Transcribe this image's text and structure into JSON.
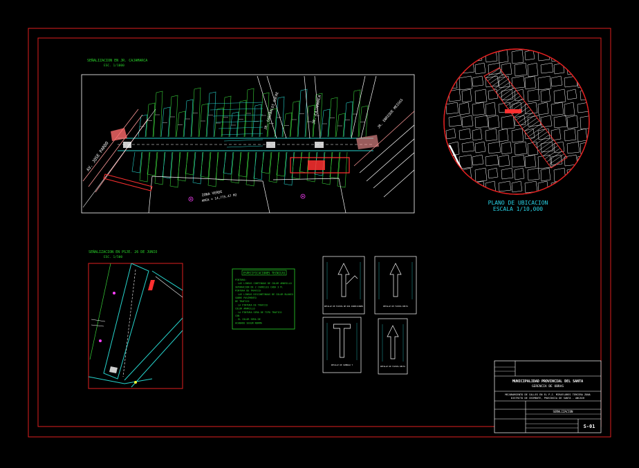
{
  "sheet": {
    "colors": {
      "background": "#000000",
      "border": "#e02020",
      "street": "#ffffff",
      "lots": "#27d6cf",
      "lot_lines": "#39d33a",
      "highlight": "#ff3030",
      "labels": "#2bd62b"
    }
  },
  "plan_main": {
    "title": "SEÑALIZACION EN JR. CAJAMARCA",
    "scale": "ESC. 1/1000",
    "street_labels": [
      "AV. JOSE PARDO",
      "JR. CAJAMARCA",
      "JR. GARIBALDI SUCRE",
      "JR. ENRIQUE MEIGGS",
      "JR. ELIAS AGUIRRE",
      "ZONA VERDE"
    ],
    "area_note": "AREA = 14,775.47 M2"
  },
  "plan_secondary": {
    "title": "SEÑALIZACION EN PSJE. 26 DE JUNIO",
    "scale": "ESC. 1/500"
  },
  "location_plan": {
    "title": "PLANO DE UBICACION",
    "scale": "ESCALA 1/10,000"
  },
  "specs": {
    "title": "ESPECIFICACIONES TECNICAS",
    "lines": [
      "PINTURA:",
      "- LAS LINEAS CONTINUAS DE COLOR AMARILLO",
      "  SEPARACION DE 2 CARRILES CADA 3 M.",
      "  PINTURA DE TRAFICO",
      "- LAS LINEAS DISCONTINUAS DE COLOR BLANCO",
      "  SOBRE PAVIMENTO",
      "  DE TRAFICO",
      "- LA PINTURA DE TRAFICO",
      "COLOR AMARILLO",
      "- LA PINTURA SERA DE TIPO TRAFICO",
      "  CON",
      "- EL COLOR SERA DE",
      "  ACABADO SEGUN NORMA"
    ]
  },
  "details": [
    {
      "caption": "DETALLE DE FLECHA DE DOS DIRECCIONES"
    },
    {
      "caption": "DETALLE DE FLECHA RECTA"
    },
    {
      "caption": "DETALLE DE SIMBOLO T"
    },
    {
      "caption": "DETALLE DE FLECHA RECTA"
    }
  ],
  "title_block": {
    "org_line1": "MUNICIPALIDAD PROVINCIAL DEL SANTA",
    "org_line2": "GERENCIA DE OBRAS",
    "project_line1": "MEJORAMIENTO DE CALLES EN EL P.J. MIRAFLORES TERCERA ZONA",
    "project_line2": "DISTRITO DE CHIMBOTE, PROVINCIA DE SANTA - ANCASH",
    "plan_name": "SEÑALIZACION",
    "sheet_no": "S-01"
  }
}
